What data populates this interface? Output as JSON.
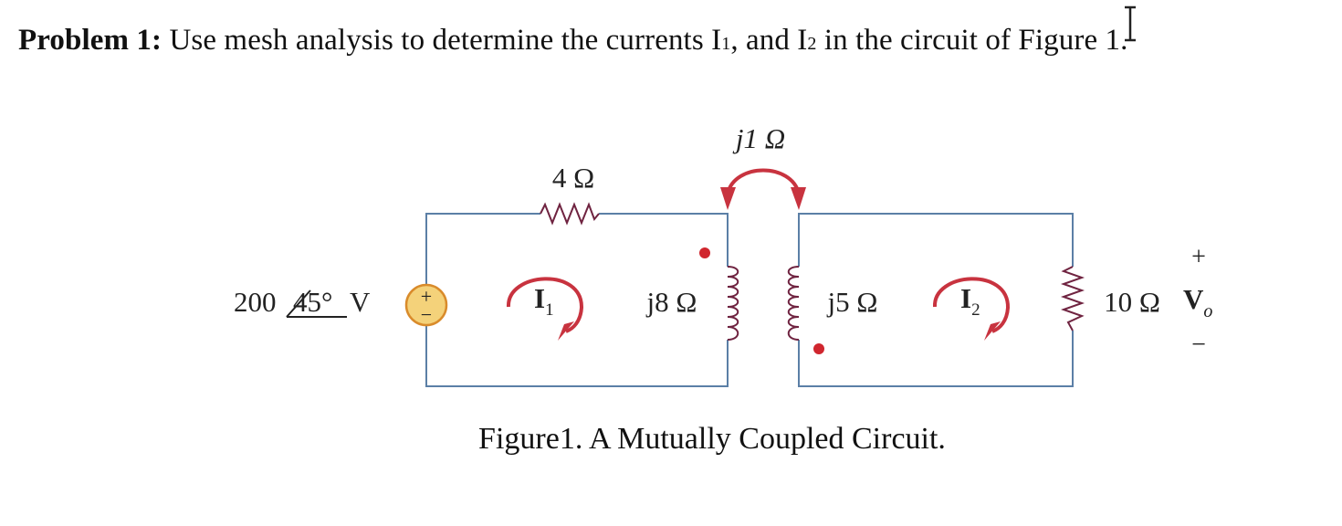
{
  "problem": {
    "label": "Problem 1:",
    "text_before": " Use mesh analysis to determine the currents I",
    "sub1": "1",
    "text_mid": ", and I",
    "sub2": "2",
    "text_after": " in the circuit of Figure 1."
  },
  "circuit": {
    "source_magnitude": "200",
    "source_angle": "45°",
    "source_unit": " V",
    "source_plus": "+",
    "source_minus": "−",
    "resistor_4": "4 Ω",
    "coupling": "j1 Ω",
    "inductor_left": "j8 Ω",
    "inductor_right": "j5 Ω",
    "resistor_10": "10 Ω",
    "mesh1_label": "I",
    "mesh1_sub": "1",
    "mesh2_label": "I",
    "mesh2_sub": "2",
    "vo_plus": "+",
    "vo_label": "V",
    "vo_sub": "o",
    "vo_minus": "−"
  },
  "caption": "Figure1. A Mutually Coupled Circuit.",
  "colors": {
    "wire": "#5b7fa6",
    "source_fill": "#f4d27a",
    "source_stroke": "#d98b2b",
    "arrow": "#c8333f",
    "dot": "#d0262e"
  }
}
